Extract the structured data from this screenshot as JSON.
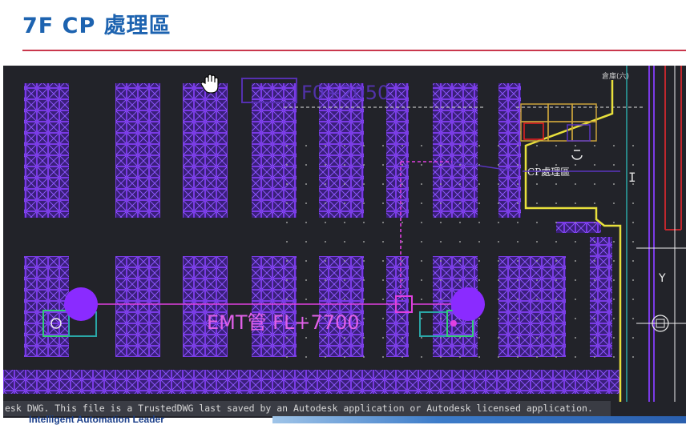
{
  "slide": {
    "title": "7F  CP 處理區",
    "footer_text": "Intelligent Automation Leader"
  },
  "drawing": {
    "label_cp_area": "CP處理區",
    "label_emt": "EMT管 FL+7700",
    "label_faded_top": "F0+2050",
    "label_top_right": "倉庫(六)",
    "label_y_axis": "Y",
    "status_message": "esk DWG.  This file is a TrustedDWG last saved by an Autodesk application or Autodesk licensed application."
  },
  "colors": {
    "title_blue": "#1d63b0",
    "title_rule": "#c9374c",
    "cad_background": "#222329",
    "rack_purple": "#6a2bd0",
    "pipe_magenta": "#e040e0",
    "boundary_yellow": "#e8e03c",
    "marker_violet": "#8a2bff",
    "equipment_green": "#33cc77"
  },
  "icons": {
    "pan_cursor": "hand-pan-icon",
    "text_cursor": "i-beam-cursor-icon"
  }
}
